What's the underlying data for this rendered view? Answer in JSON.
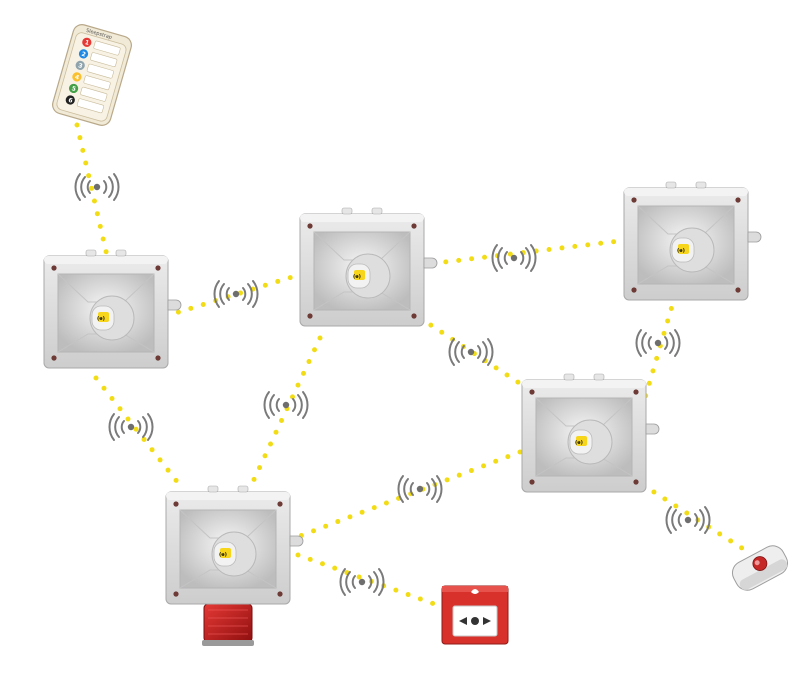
{
  "remote_control": {
    "brand": "Sleepstrap",
    "keys": [
      {
        "label": "1",
        "color": "#e53935"
      },
      {
        "label": "2",
        "color": "#1e88e5"
      },
      {
        "label": "3",
        "color": "#90a4ae"
      },
      {
        "label": "4",
        "color": "#fbc02d"
      },
      {
        "label": "5",
        "color": "#43a047"
      },
      {
        "label": "6",
        "color": "#212121"
      }
    ]
  },
  "sounder_badge": "(ə)",
  "colors": {
    "link": "#f2dc16",
    "housing": "#d9d9d9",
    "beacon": "#c0181a",
    "call_point": "#d8312c"
  },
  "icons": [
    "wireless-signal-icon"
  ]
}
